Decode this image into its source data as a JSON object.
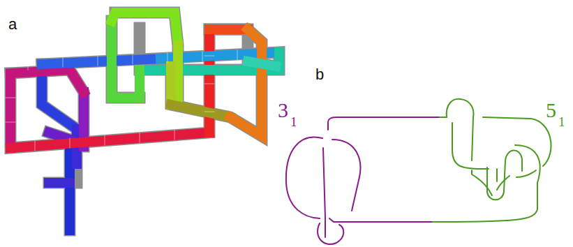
{
  "diagram": {
    "labels": [
      "a",
      "b",
      "3",
      "1",
      "5",
      "1"
    ]
  }
}
